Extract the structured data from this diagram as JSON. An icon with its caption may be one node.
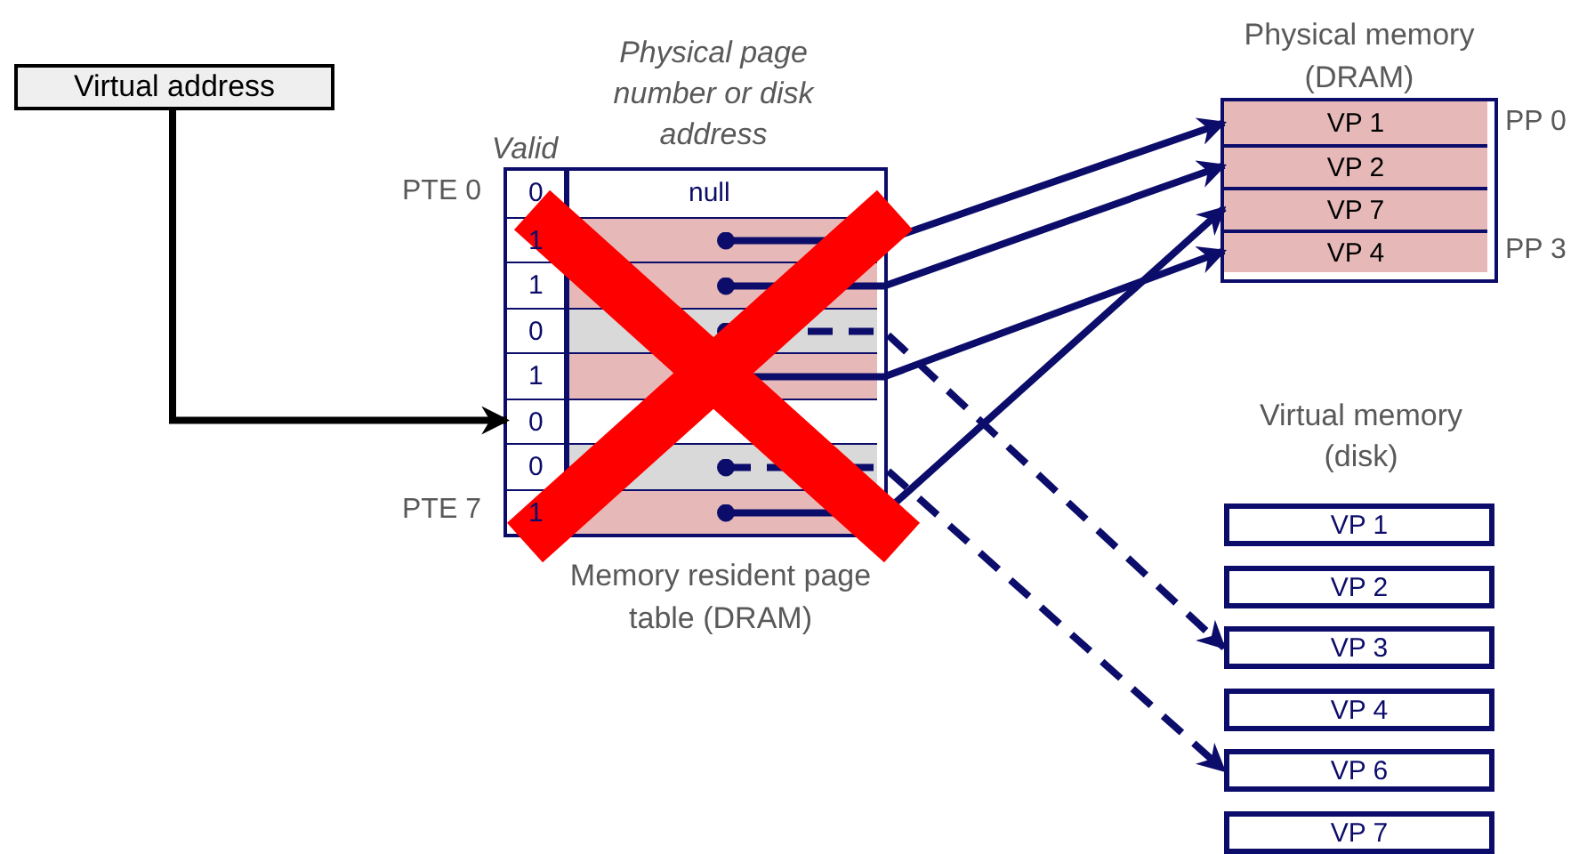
{
  "diagram": {
    "nodes": [
      {
        "text": [
          "Virtual address"
        ]
      },
      {
        "text": [
          "Memory resident page table (DRAM)"
        ]
      },
      {
        "text": [
          "0",
          "null"
        ],
        "in": 1,
        "beside": [
          "PTE 0"
        ]
      },
      {
        "text": [
          "1"
        ],
        "in": 1
      },
      {
        "text": [
          "1"
        ],
        "in": 1
      },
      {
        "text": [
          "0"
        ],
        "in": 1
      },
      {
        "text": [
          "1"
        ],
        "in": 1
      },
      {
        "text": [
          "0"
        ],
        "in": 1
      },
      {
        "text": [
          "0"
        ],
        "in": 1
      },
      {
        "text": [
          "1"
        ],
        "in": 1,
        "beside": [
          "PTE 7"
        ]
      },
      {
        "text": [
          "Physical memory (DRAM)"
        ]
      },
      {
        "text": [
          "VP 1"
        ],
        "in": 10,
        "beside": [
          "PP 0"
        ]
      },
      {
        "text": [
          "VP 2"
        ],
        "in": 10
      },
      {
        "text": [
          "VP 7"
        ],
        "in": 10
      },
      {
        "text": [
          "VP 4"
        ],
        "in": 10,
        "beside": [
          "PP 3"
        ]
      },
      {
        "text": [
          "VP 1"
        ]
      },
      {
        "text": [
          "VP 2"
        ]
      },
      {
        "text": [
          "VP 3"
        ]
      },
      {
        "text": [
          "VP 4"
        ]
      },
      {
        "text": [
          "VP 6"
        ]
      },
      {
        "text": [
          "VP 7"
        ]
      }
    ],
    "edges": [
      {
        "from": 0,
        "to": 7,
        "arrow": "to",
        "color": "#000000"
      },
      {
        "from": 3,
        "to": 11,
        "arrow": "to"
      },
      {
        "from": 4,
        "to": 12,
        "arrow": "to"
      },
      {
        "from": 5,
        "to": 17,
        "arrow": "to",
        "style": "dashed"
      },
      {
        "from": 6,
        "to": 14,
        "arrow": "to"
      },
      {
        "from": 8,
        "to": 19,
        "arrow": "to",
        "style": "dashed"
      },
      {
        "from": 9,
        "to": 13,
        "arrow": "to"
      }
    ],
    "labels": [
      "Valid",
      "Physical page number or disk address",
      "Virtual memory (disk)"
    ]
  }
}
